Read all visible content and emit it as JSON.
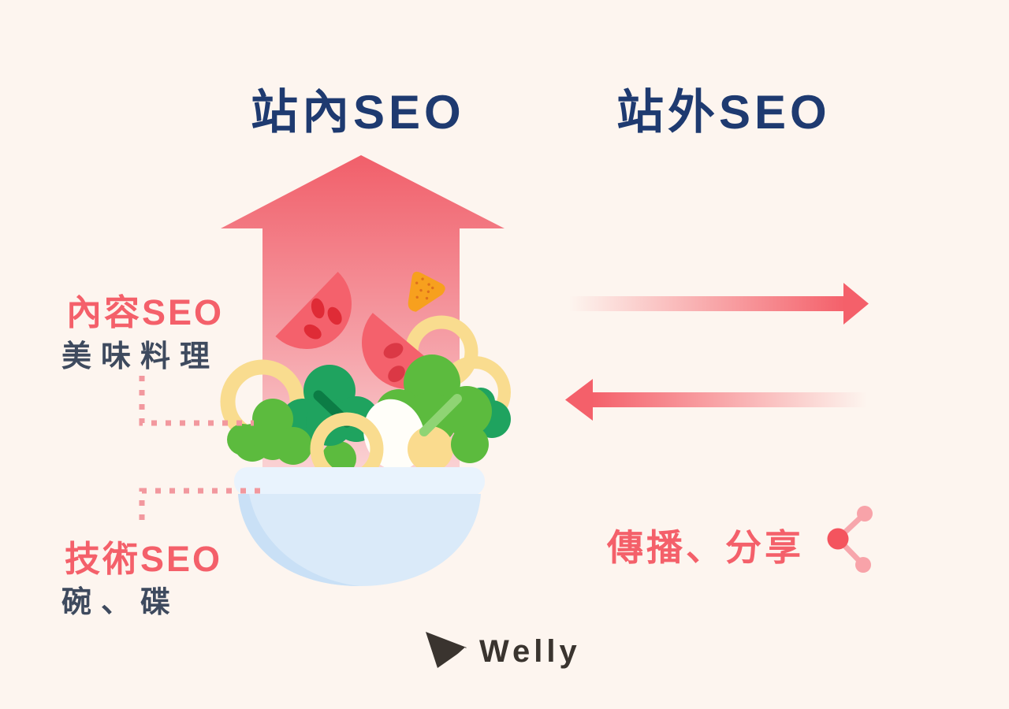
{
  "headings": {
    "onsite": "站內SEO",
    "offsite": "站外SEO"
  },
  "labels": {
    "content_seo": {
      "title": "內容SEO",
      "subtitle": "美味料理"
    },
    "technical_seo": {
      "title": "技術SEO",
      "subtitle": "碗、碟"
    }
  },
  "offsite_section": {
    "share_label": "傳播、分享"
  },
  "brand": {
    "name": "Welly"
  },
  "icons": {
    "share": "share-network-icon",
    "brand": "paper-plane-icon",
    "up_arrow": "growth-up-arrow",
    "right_arrow": "gradient-arrow-right",
    "left_arrow": "gradient-arrow-left"
  },
  "illustration": {
    "elements": [
      "up-arrow",
      "watermelon-slices",
      "orange-wedge",
      "onion-rings",
      "lettuce-leaves",
      "egg",
      "salad-bowl",
      "dotted-connector-lines"
    ]
  },
  "colors": {
    "background": "#FDF5EF",
    "heading_navy": "#1E3A70",
    "accent_red": "#F4606A",
    "body_text": "#3E4A5E",
    "arrow_gradient_top": "#F15F6A",
    "arrow_gradient_bottom": "#FBDBDC",
    "lettuce_light_green": "#5CBB3E",
    "lettuce_dark_green": "#1FA35F",
    "onion_ring_yellow": "#F9DC8F",
    "watermelon_red": "#F4616C",
    "watermelon_seed": "#DF2B36",
    "orange_wedge": "#F7A01E",
    "bowl_body_blue": "#DAEAF9",
    "bowl_rim_blue": "#E9F3FD",
    "dotted_line_pink": "#F2989E",
    "share_node_red": "#F4545E",
    "share_node_pink": "#F8A3A9",
    "brand_charcoal": "#3A342F"
  }
}
